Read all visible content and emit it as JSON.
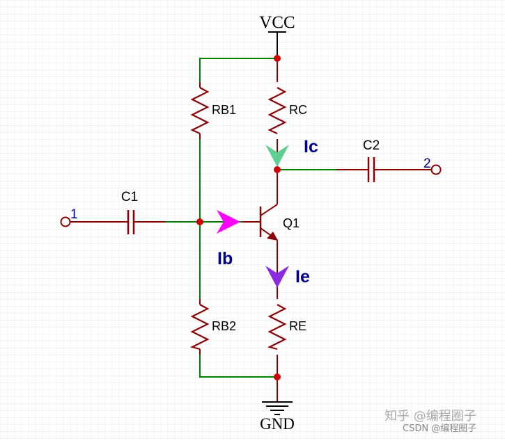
{
  "labels": {
    "vcc": "VCC",
    "gnd": "GND",
    "rb1": "RB1",
    "rb2": "RB2",
    "rc": "RC",
    "re": "RE",
    "c1": "C1",
    "c2": "C2",
    "q1": "Q1",
    "port_in": "1",
    "port_out": "2"
  },
  "currents": {
    "ib": "Ib",
    "ic": "Ic",
    "ie": "Ie"
  },
  "watermark": {
    "line1": "知乎 @编程圈子",
    "line2": "CSDN @编程圈子"
  },
  "colors": {
    "background": "#ffffff",
    "grid": "#e9e9e9",
    "wire": "#008000",
    "component": "#8b0000",
    "junction": "#cc0000",
    "current_text": "#00008b",
    "ib_arrow": "#ff00ff",
    "ic_arrow": "#5fcf93",
    "ie_arrow": "#8a2be2"
  }
}
